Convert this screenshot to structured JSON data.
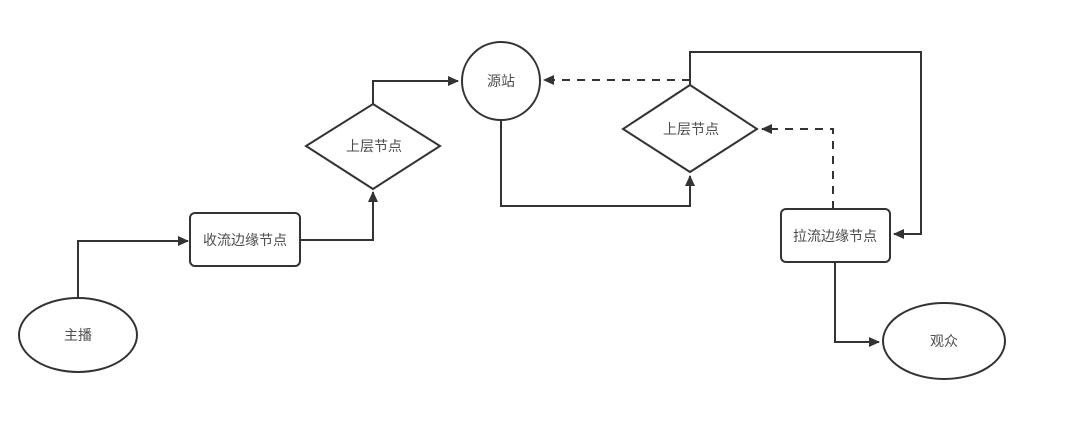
{
  "diagram": {
    "type": "flowchart",
    "background": "#ffffff",
    "stroke_color": "#333333",
    "text_color": "#4d4d4d",
    "node_fill": "#ffffff",
    "nodes": {
      "streamer": {
        "label": "主播",
        "shape": "ellipse"
      },
      "ingest_edge": {
        "label": "收流边缘节点",
        "shape": "rect"
      },
      "upper_left": {
        "label": "上层节点",
        "shape": "diamond"
      },
      "origin": {
        "label": "源站",
        "shape": "circle"
      },
      "upper_right": {
        "label": "上层节点",
        "shape": "diamond"
      },
      "pull_edge": {
        "label": "拉流边缘节点",
        "shape": "rect"
      },
      "viewer": {
        "label": "观众",
        "shape": "ellipse"
      }
    },
    "edges": [
      {
        "from": "streamer",
        "to": "ingest_edge",
        "style": "solid"
      },
      {
        "from": "ingest_edge",
        "to": "upper_left",
        "style": "solid"
      },
      {
        "from": "upper_left",
        "to": "origin",
        "style": "solid"
      },
      {
        "from": "origin",
        "to": "upper_right",
        "style": "solid"
      },
      {
        "from": "upper_right",
        "to": "pull_edge",
        "style": "solid"
      },
      {
        "from": "pull_edge",
        "to": "viewer",
        "style": "solid"
      },
      {
        "from": "upper_right",
        "to": "origin",
        "style": "dashed"
      },
      {
        "from": "pull_edge",
        "to": "upper_right",
        "style": "dashed"
      }
    ]
  }
}
